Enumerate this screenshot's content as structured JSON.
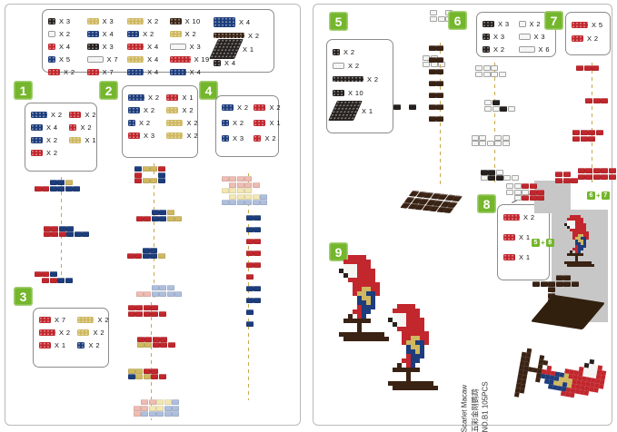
{
  "palette": {
    "R": "#c1272d",
    "B": "#1d3d7c",
    "Y": "#cfb860",
    "K": "#26211e",
    "W": "#f5f5f3",
    "N": "#3a2314",
    "p": "#eebcb2",
    "l": "#f3e7b4",
    "a": "#aebfdd",
    "g": "#dcdcdc"
  },
  "accent_green": "#74b62c",
  "left_page": {
    "main_box": {
      "col1": [
        {
          "color": "K",
          "size": "s1",
          "qty": "X 3"
        },
        {
          "color": "W",
          "size": "s1",
          "qty": "X 2"
        },
        {
          "color": "R",
          "size": "s1",
          "qty": "X 4"
        },
        {
          "color": "B",
          "size": "s1",
          "qty": "X 5"
        },
        {
          "color": "R",
          "size": "s2",
          "qty": "X 2"
        }
      ],
      "col2": [
        {
          "color": "Y",
          "size": "s2",
          "qty": "X 3"
        },
        {
          "color": "B",
          "size": "s2",
          "qty": "X 4"
        },
        {
          "color": "K",
          "size": "s2",
          "qty": "X 3"
        },
        {
          "color": "W",
          "size": "s3",
          "qty": "X 7"
        },
        {
          "color": "R",
          "size": "s2",
          "qty": "X 7"
        }
      ],
      "col3": [
        {
          "color": "Y",
          "size": "s3",
          "qty": "X 2"
        },
        {
          "color": "B",
          "size": "s2",
          "qty": "X 2"
        },
        {
          "color": "R",
          "size": "s3",
          "qty": "X 4"
        },
        {
          "color": "Y",
          "size": "s3",
          "qty": "X 4"
        },
        {
          "color": "B",
          "size": "s3",
          "qty": "X 4"
        }
      ],
      "col4": [
        {
          "color": "N",
          "size": "s2",
          "qty": "X 10"
        },
        {
          "color": "Y",
          "size": "s2",
          "qty": "X 2"
        },
        {
          "color": "W",
          "size": "s3",
          "qty": "X 3"
        },
        {
          "color": "R",
          "size": "s4",
          "qty": "X 19"
        },
        {
          "color": "B",
          "size": "s3",
          "qty": "X 4"
        }
      ],
      "col5": [
        {
          "color": "B",
          "size": "bplate",
          "qty": "X 4"
        },
        {
          "color": "N",
          "size": "s8",
          "qty": "X 2"
        },
        {
          "color": "K",
          "size": "plate",
          "qty": "X 1"
        },
        {
          "color": "K",
          "size": "s1",
          "qty": "X 4"
        }
      ]
    },
    "step1": {
      "badge": "1",
      "parts": [
        {
          "color": "B",
          "size": "s3",
          "qty": "X 2"
        },
        {
          "color": "R",
          "size": "s2",
          "qty": "X 2"
        },
        {
          "color": "B",
          "size": "s2",
          "qty": "X 4"
        },
        {
          "color": "R",
          "size": "s1",
          "qty": "X 2"
        },
        {
          "color": "B",
          "size": "s2",
          "qty": "X 2"
        },
        {
          "color": "Y",
          "size": "s2",
          "qty": "X 1"
        },
        {
          "color": "R",
          "size": "s2",
          "qty": "X 2"
        }
      ],
      "stages": [
        [
          "..BBY.",
          "RRBBBB"
        ],
        [
          "RRBB..",
          "RRRBBB"
        ],
        [
          "RRB...",
          ".RRBB."
        ]
      ]
    },
    "step2": {
      "badge": "2",
      "parts": [
        {
          "color": "B",
          "size": "s3",
          "qty": "X 2"
        },
        {
          "color": "R",
          "size": "s2",
          "qty": "X 1"
        },
        {
          "color": "B",
          "size": "s2",
          "qty": "X 2"
        },
        {
          "color": "Y",
          "size": "s2",
          "qty": "X 2"
        },
        {
          "color": "B",
          "size": "s1",
          "qty": "X 2"
        },
        {
          "color": "Y",
          "size": "s3",
          "qty": "X 2"
        },
        {
          "color": "R",
          "size": "s2",
          "qty": "X 3"
        },
        {
          "color": "Y",
          "size": "s3",
          "qty": "X 2"
        }
      ],
      "stages": [
        [
          "BYYR",
          "R..B",
          "RYYB"
        ],
        [
          "..BBY.",
          "RRBBYY"
        ],
        [
          "..BB..",
          "RRBBY."
        ],
        [
          "..aaa.",
          "ppaaaa"
        ]
      ]
    },
    "step3": {
      "badge": "3",
      "parts": [
        {
          "color": "R",
          "size": "s2",
          "qty": "X 7"
        },
        {
          "color": "Y",
          "size": "s3",
          "qty": "X 2"
        },
        {
          "color": "R",
          "size": "s3",
          "qty": "X 2"
        },
        {
          "color": "Y",
          "size": "s2",
          "qty": "X 2"
        },
        {
          "color": "R",
          "size": "s2",
          "qty": "X 1"
        },
        {
          "color": "B",
          "size": "s1",
          "qty": "X 2"
        }
      ],
      "stages": [
        [
          "RRRR.",
          "RRRRR"
        ],
        [
          "RRRR.",
          "YYRRR"
        ],
        [
          "YYRR.",
          "BYYRR"
        ],
        [
          ".pplla",
          "ppllaa",
          "paaaaa"
        ]
      ]
    },
    "step4": {
      "badge": "4",
      "parts": [
        {
          "color": "B",
          "size": "s2",
          "qty": "X 2"
        },
        {
          "color": "R",
          "size": "s2",
          "qty": "X 2"
        },
        {
          "color": "B",
          "size": "s1",
          "qty": "X 2"
        },
        {
          "color": "R",
          "size": "s2",
          "qty": "X 1"
        },
        {
          "color": "B",
          "size": "s1",
          "qty": "X 3"
        },
        {
          "color": "R",
          "size": "s1",
          "qty": "X 2"
        }
      ],
      "ghost": [
        "pppp..",
        ".pppp.",
        "llll..",
        ".lllla",
        "aaaaaa"
      ],
      "chain": [
        "BB",
        ".",
        "BB",
        ".",
        "RR",
        ".",
        "RR",
        ".",
        "RR",
        ".",
        "R",
        ".",
        "BB",
        ".",
        "BB",
        ".",
        "B",
        ".",
        "B"
      ]
    }
  },
  "right_page": {
    "step5": {
      "badge": "5",
      "parts": [
        {
          "color": "K",
          "size": "s1",
          "qty": "X 2"
        },
        {
          "color": "W",
          "size": "s2",
          "qty": "X 2"
        },
        {
          "color": "K",
          "size": "s8",
          "qty": "X 2"
        },
        {
          "color": "K",
          "size": "s2",
          "qty": "X 10"
        },
        {
          "color": "K",
          "size": "plate",
          "qty": "X 1"
        }
      ],
      "top_piece": [
        "W.W",
        "WWW"
      ],
      "callout_white": [
        "WW.",
        "WWW"
      ],
      "callout_black": [
        "K.K"
      ],
      "trunk": [
        "NN",
        ".",
        "NN",
        ".",
        "NN",
        ".",
        "NN",
        ".",
        "NN",
        ".",
        "NN",
        ".",
        "NN"
      ],
      "base": [
        "NNNNNNN",
        "NNNNNNN",
        "NNNNNNN"
      ]
    },
    "step6": {
      "badge": "6",
      "parts": [
        {
          "color": "K",
          "size": "s2",
          "qty": "X 3"
        },
        {
          "color": "W",
          "size": "s1",
          "qty": "X 2"
        },
        {
          "color": "K",
          "size": "s1",
          "qty": "X 3"
        },
        {
          "color": "W",
          "size": "s2",
          "qty": "X 3"
        },
        {
          "color": "K",
          "size": "s1",
          "qty": "X 2"
        },
        {
          "color": "W",
          "size": "s3",
          "qty": "X 6"
        }
      ],
      "stages": [
        [
          "WWW.",
          "WWWW"
        ],
        [
          "WK..",
          "WWKW"
        ],
        [
          "WW.WW",
          "WWWWW"
        ],
        [
          "KKW..",
          "WKKWW"
        ]
      ]
    },
    "step7": {
      "badge": "7",
      "parts": [
        {
          "color": "R",
          "size": "s3",
          "qty": "X 5"
        },
        {
          "color": "R",
          "size": "s2",
          "qty": "X 2"
        }
      ],
      "stages": [
        [
          "RRR"
        ],
        [
          "RRR"
        ],
        [
          "RRRR",
          "RRR."
        ],
        [
          "RRRRR",
          "RRRRR"
        ]
      ]
    },
    "step8": {
      "badge": "8",
      "parts": [
        {
          "color": "R",
          "size": "s3",
          "qty": "X 2"
        },
        {
          "color": "R",
          "size": "s2",
          "qty": "X 1"
        },
        {
          "color": "R",
          "size": "s2",
          "qty": "X 1"
        }
      ],
      "callout_red": [
        "RR.",
        "RRR"
      ],
      "head": [
        "WWRR.",
        "WWWRR",
        ".WRRR"
      ],
      "branch": [
        "...NN....",
        "NNNNNN...",
        "..N......",
        "..N......",
        "..NNNN..."
      ],
      "combo1": {
        "a": "6",
        "plus": "+",
        "b": "7"
      },
      "combo2": {
        "a": "5",
        "plus": "+",
        "b": "8"
      }
    },
    "step9": {
      "badge": "9"
    },
    "label": {
      "line1": "Scarlet Macaw",
      "line2": "五彩金刚鹦鹉",
      "line3": "NO.B1  105PCS"
    }
  },
  "parrot": [
    "..RRRR......",
    ".RRRRRR.....",
    ".WWWRRR.....",
    "KWWWRRRR....",
    ".KWWRRRR....",
    "..RRRRRR....",
    "...RRRRRR...",
    "...RRYYRR...",
    "...RYYBBR...",
    "....BYYB....",
    "....BBYB....",
    "....RBBB....",
    "...RRBB.....",
    "..N.RB......",
    ".NNNNNN.....",
    "....N.......",
    "....N.......",
    "NNNNNNNNNN..",
    ".NNNNNNNNNN."
  ]
}
